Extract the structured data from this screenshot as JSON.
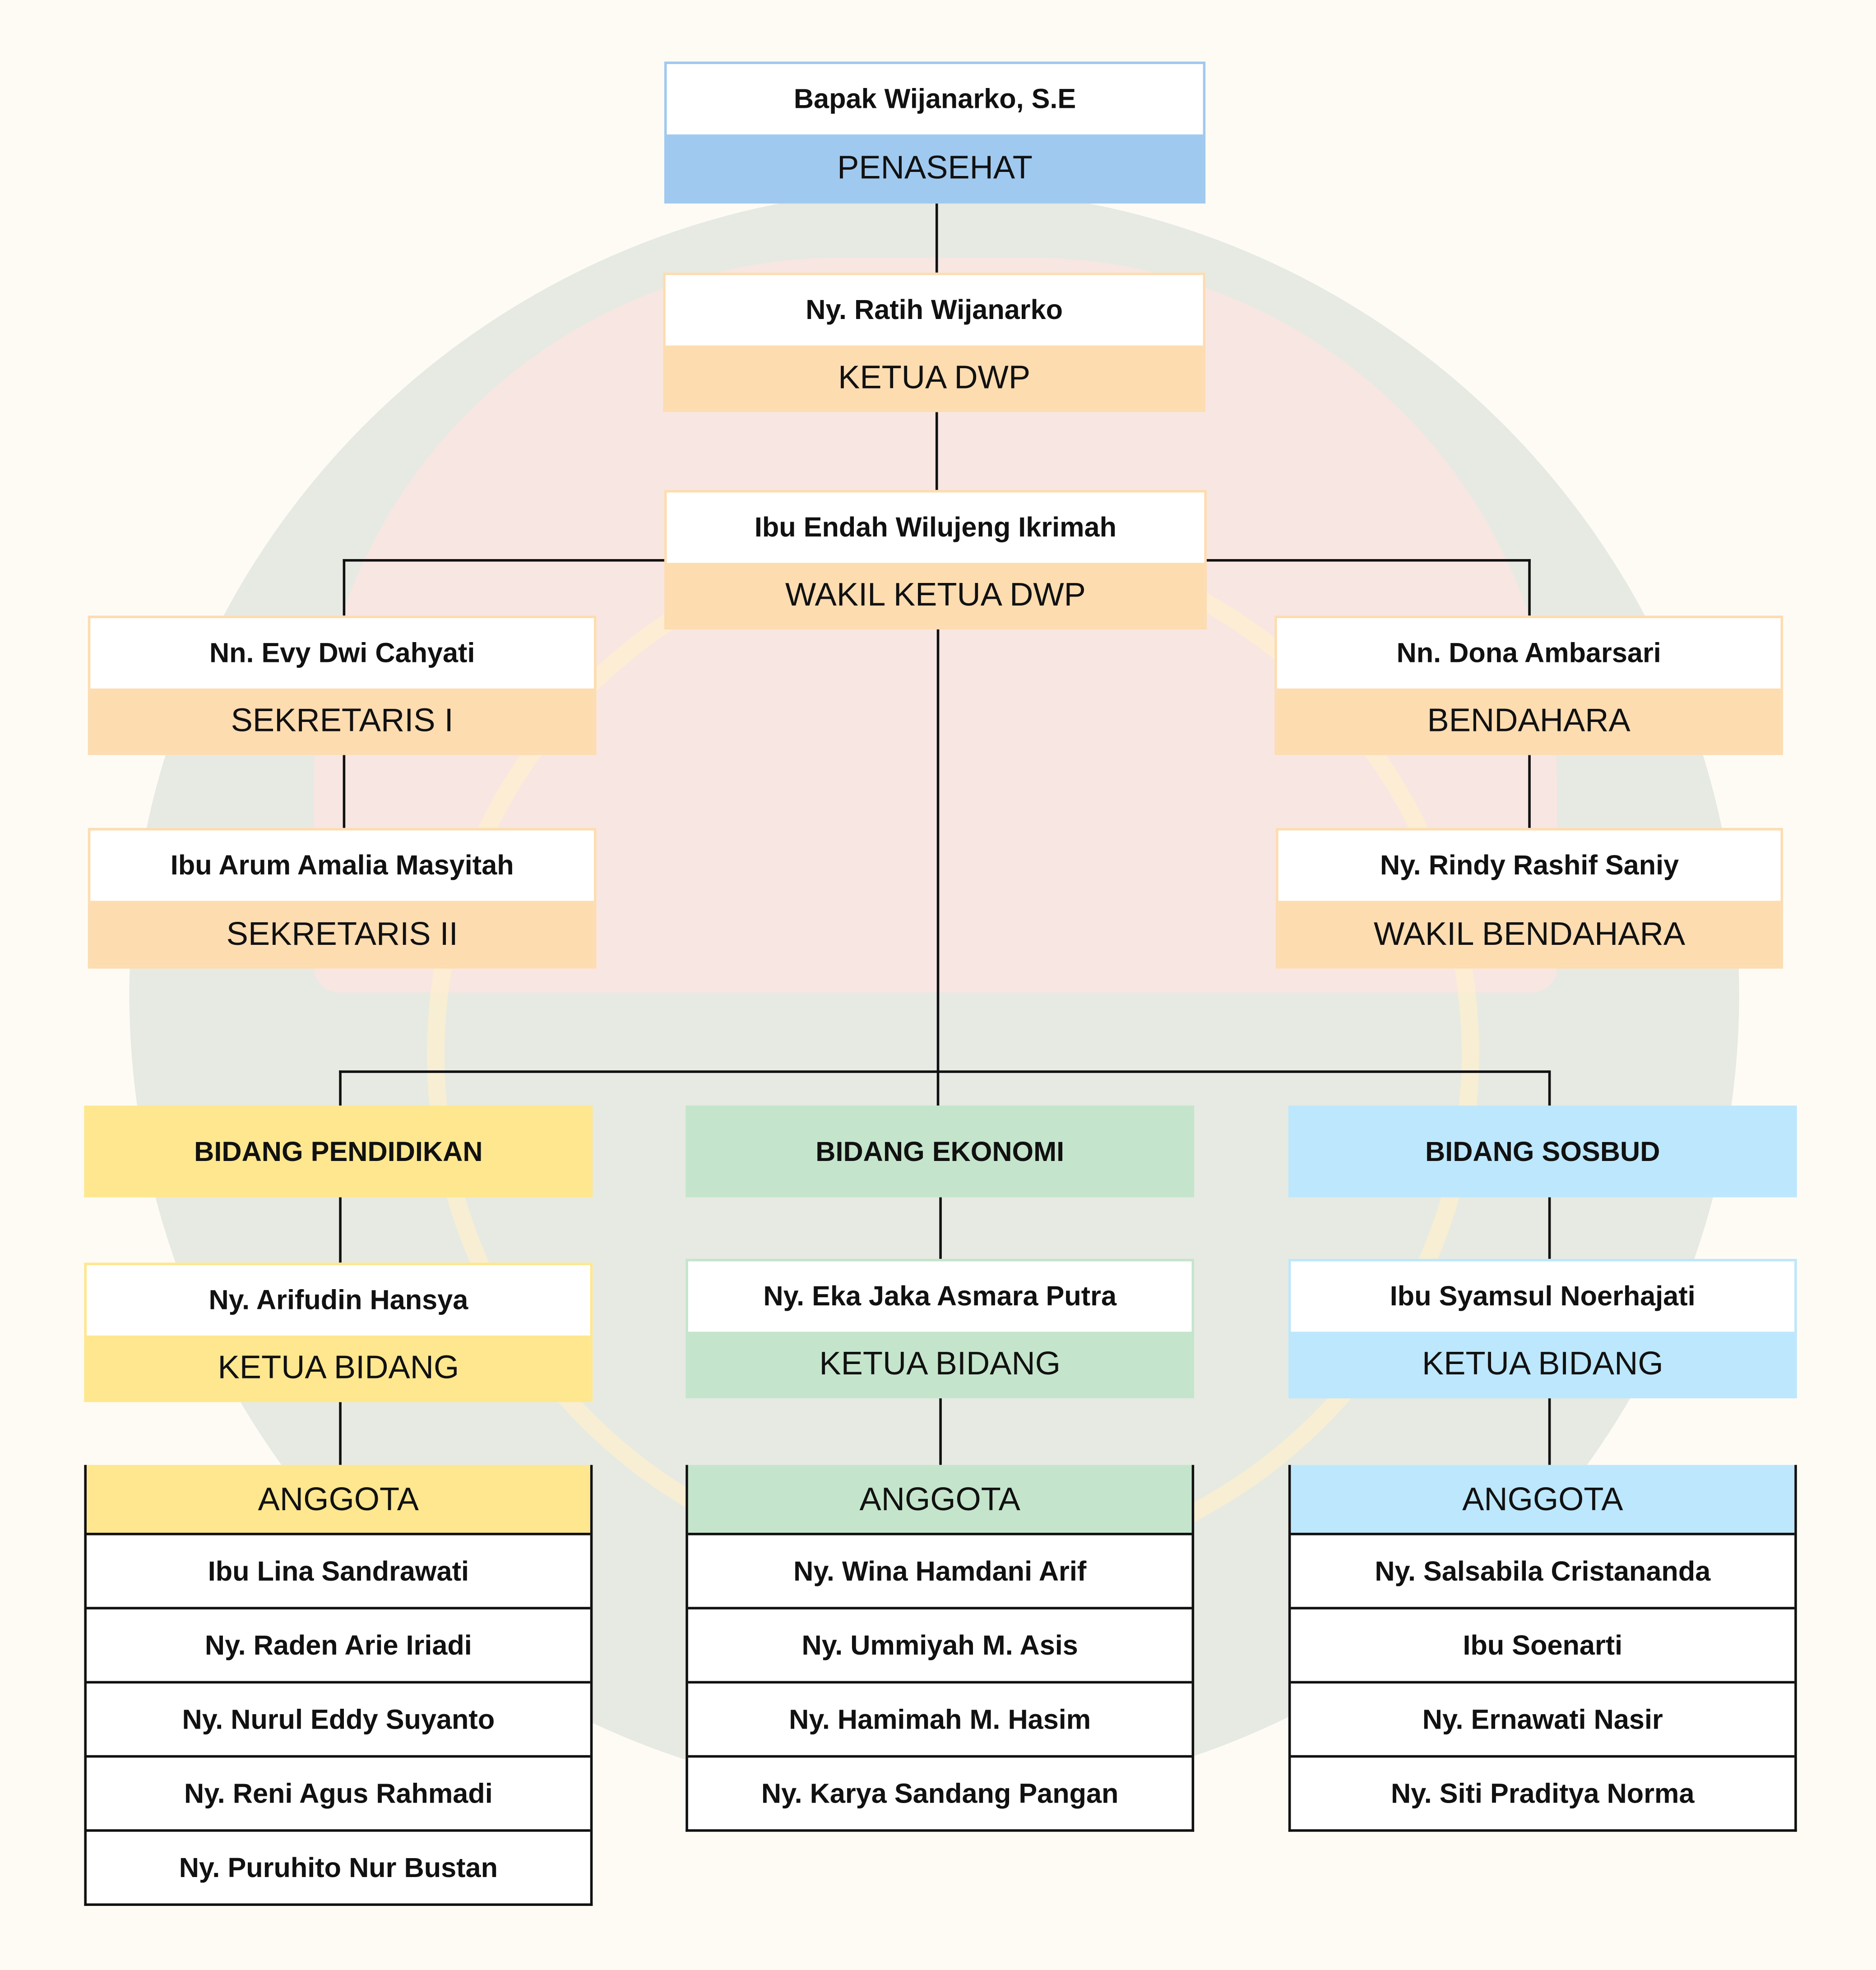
{
  "penasehat": {
    "name": "Bapak Wijanarko, S.E",
    "role": "PENASEHAT"
  },
  "ketua": {
    "name": "Ny. Ratih Wijanarko",
    "role": "KETUA DWP"
  },
  "wakil": {
    "name": "Ibu Endah Wilujeng Ikrimah",
    "role": "WAKIL KETUA DWP"
  },
  "sekretaris1": {
    "name": "Nn. Evy Dwi Cahyati",
    "role": "SEKRETARIS I"
  },
  "sekretaris2": {
    "name": "Ibu Arum Amalia Masyitah",
    "role": "SEKRETARIS II"
  },
  "bendahara": {
    "name": "Nn. Dona Ambarsari",
    "role": "BENDAHARA"
  },
  "wakil_bendahara": {
    "name": "Ny. Rindy Rashif Saniy",
    "role": "WAKIL BENDAHARA"
  },
  "bidang": [
    {
      "title": "BIDANG PENDIDIKAN",
      "ketua_name": "Ny. Arifudin Hansya",
      "ketua_role": "KETUA BIDANG",
      "anggota_label": "ANGGOTA",
      "anggota": [
        "Ibu Lina Sandrawati",
        "Ny. Raden Arie Iriadi",
        "Ny. Nurul Eddy Suyanto",
        "Ny. Reni Agus Rahmadi",
        "Ny. Puruhito Nur Bustan"
      ]
    },
    {
      "title": "BIDANG EKONOMI",
      "ketua_name": "Ny. Eka Jaka Asmara Putra",
      "ketua_role": "KETUA BIDANG",
      "anggota_label": "ANGGOTA",
      "anggota": [
        "Ny. Wina Hamdani Arif",
        "Ny. Ummiyah M. Asis",
        "Ny. Hamimah M. Hasim",
        "Ny. Karya Sandang Pangan"
      ]
    },
    {
      "title": "BIDANG SOSBUD",
      "ketua_name": "Ibu Syamsul Noerhajati",
      "ketua_role": "KETUA BIDANG",
      "anggota_label": "ANGGOTA",
      "anggota": [
        "Ny. Salsabila Cristananda",
        "Ibu Soenarti",
        "Ny. Ernawati Nasir",
        "Ny. Siti Praditya Norma"
      ]
    }
  ],
  "colors": {
    "blue": "#a0c9ef",
    "peach": "#fddcb0",
    "yellow": "#fee78e",
    "green": "#c4e5cb",
    "sky": "#bde7fc"
  }
}
